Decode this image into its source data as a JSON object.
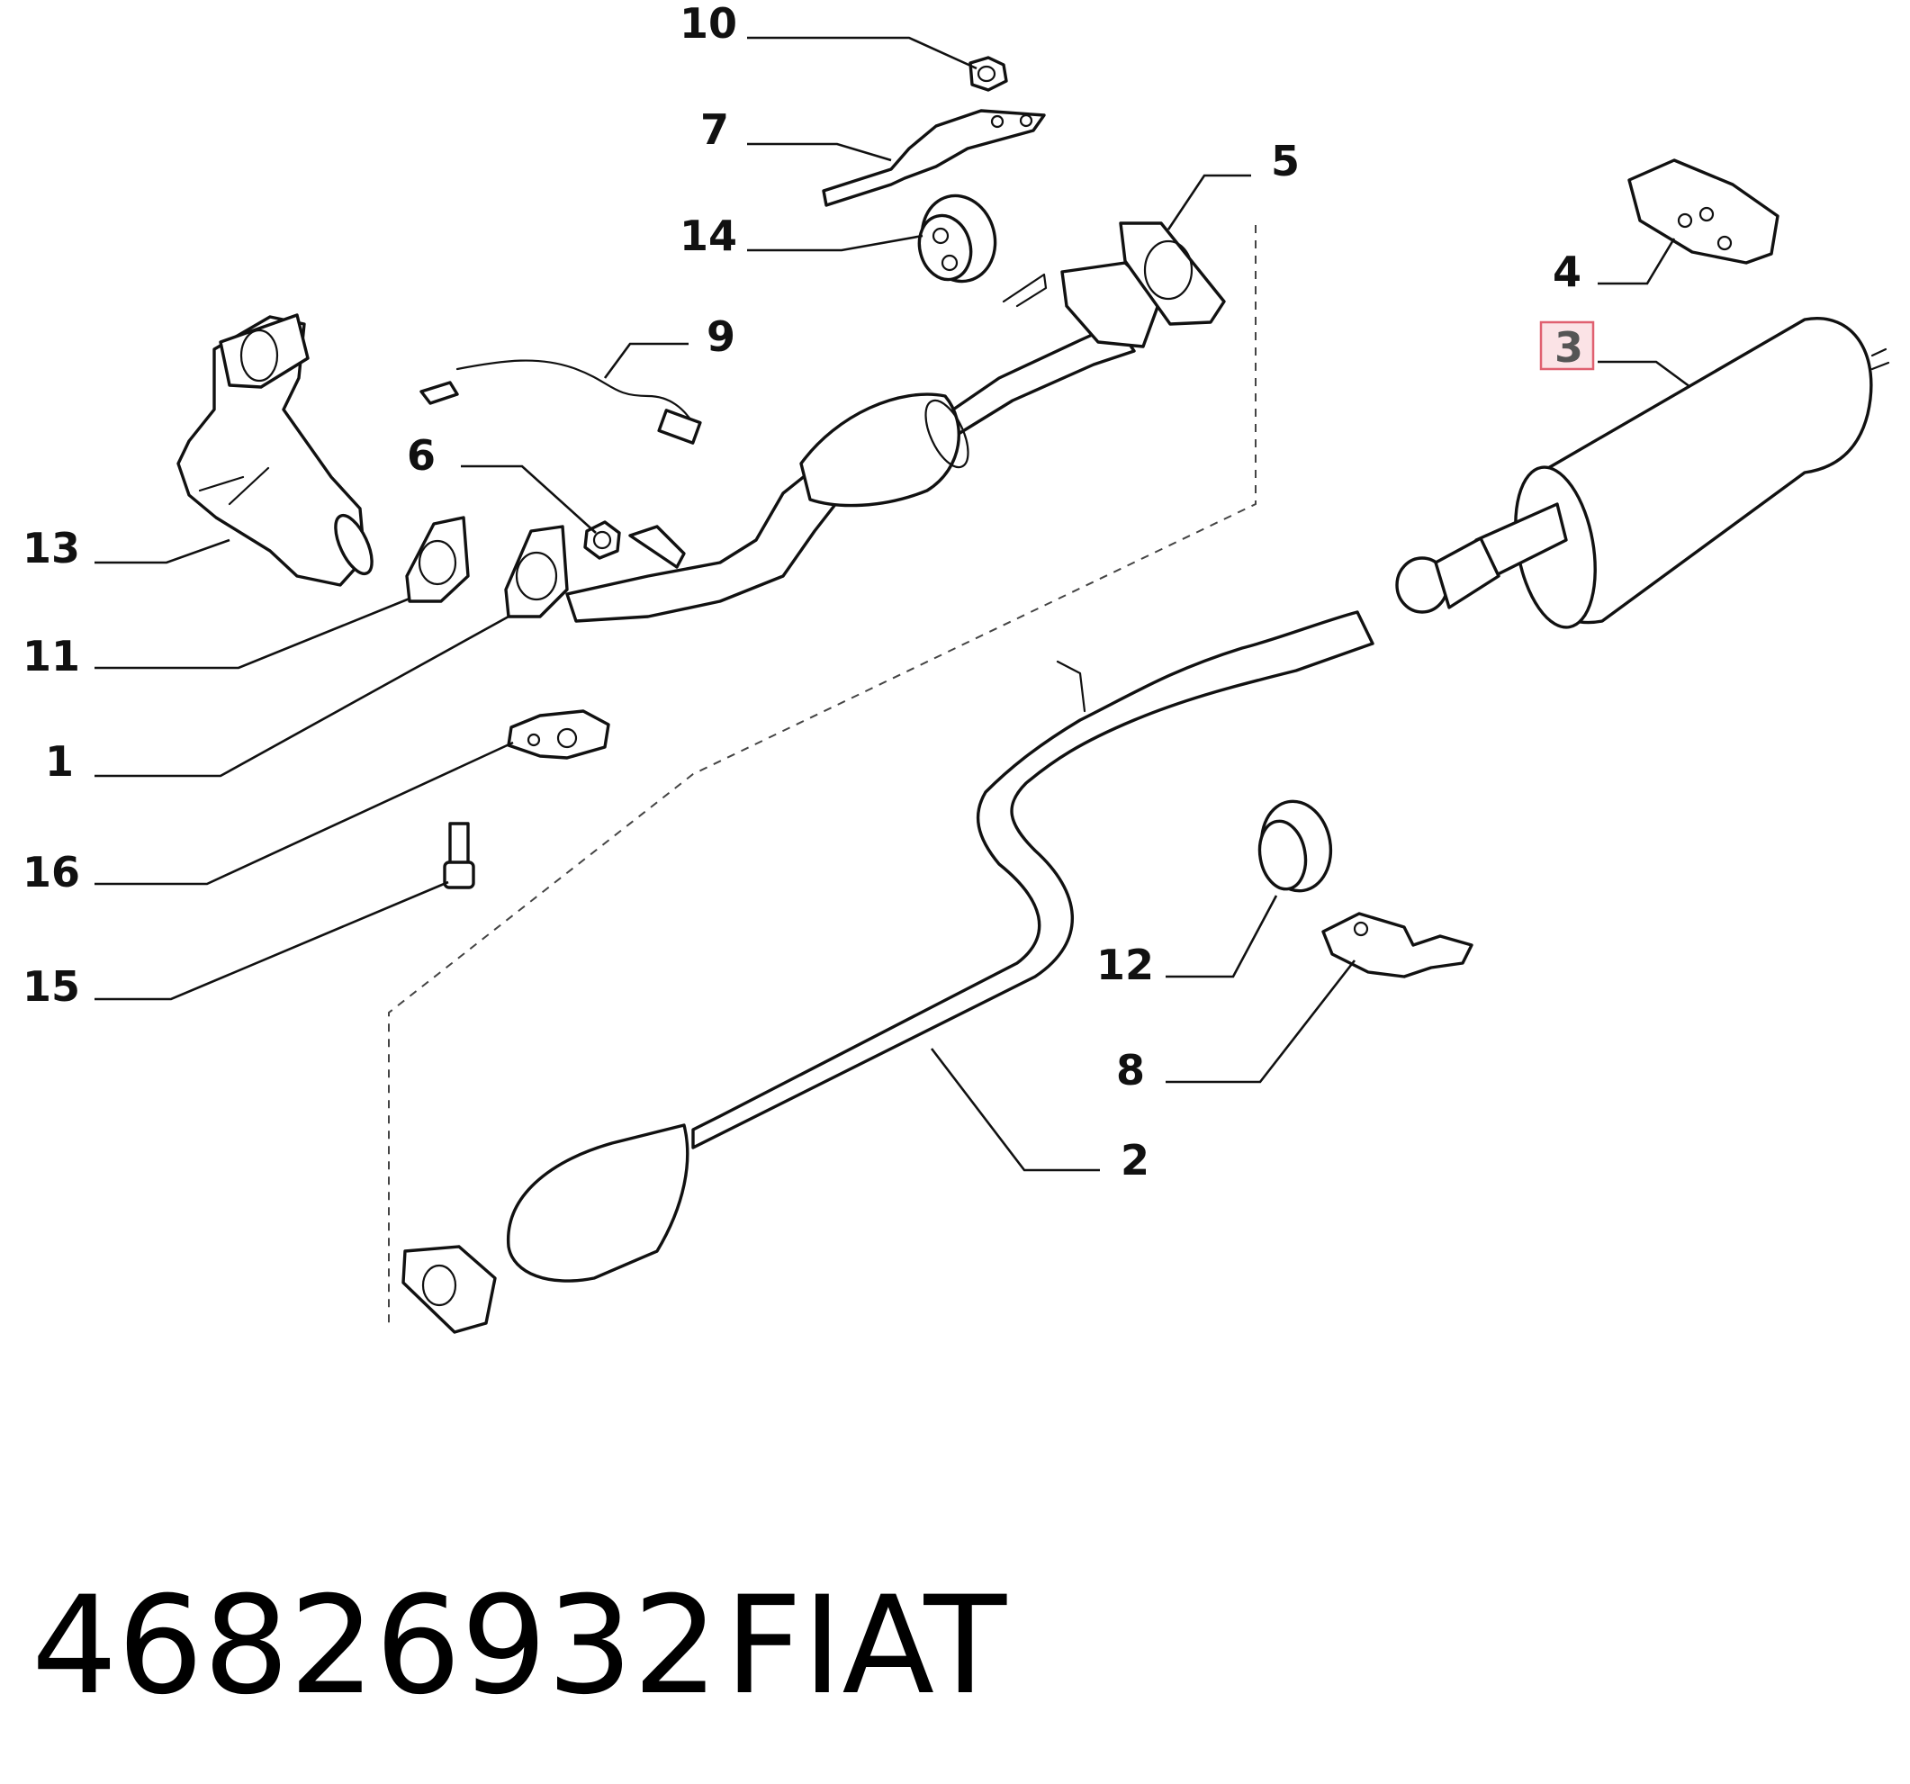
{
  "diagram": {
    "callouts": [
      {
        "id": "10",
        "text": "10"
      },
      {
        "id": "7",
        "text": "7"
      },
      {
        "id": "14",
        "text": "14"
      },
      {
        "id": "5",
        "text": "5"
      },
      {
        "id": "9",
        "text": "9"
      },
      {
        "id": "6",
        "text": "6"
      },
      {
        "id": "13",
        "text": "13"
      },
      {
        "id": "11",
        "text": "11"
      },
      {
        "id": "1",
        "text": "1"
      },
      {
        "id": "16",
        "text": "16"
      },
      {
        "id": "15",
        "text": "15"
      },
      {
        "id": "4",
        "text": "4"
      },
      {
        "id": "3",
        "text": "3",
        "highlighted": true
      },
      {
        "id": "12",
        "text": "12"
      },
      {
        "id": "8",
        "text": "8"
      },
      {
        "id": "2",
        "text": "2"
      }
    ],
    "highlight_color": "#e06070",
    "line_color": "#111111"
  },
  "footer": {
    "part_number": "46826932",
    "brand": "FIAT"
  }
}
